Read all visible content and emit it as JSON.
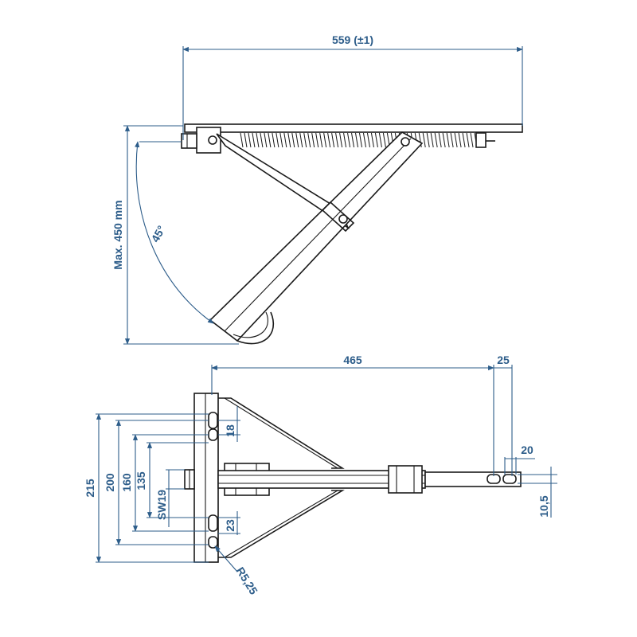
{
  "colors": {
    "dimension": "#2d5d8a",
    "part": "#1a1a1a",
    "background": "#ffffff"
  },
  "side_view": {
    "overall_length": "559 (±1)",
    "max_height": "Max. 450 mm",
    "angle": "45°"
  },
  "top_view": {
    "length": "465",
    "tip_offset": "25",
    "slot_width": "20",
    "slot_height": "10,5",
    "width_215": "215",
    "width_200": "200",
    "width_160": "160",
    "width_135": "135",
    "wrench_size": "SW19",
    "hole_18": "18",
    "hole_23": "23",
    "radius": "R5,25"
  }
}
